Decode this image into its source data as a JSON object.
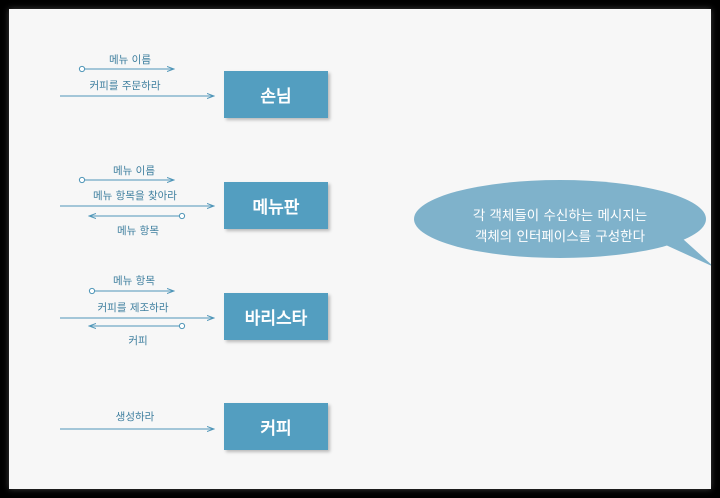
{
  "objects": [
    {
      "name": "손님",
      "messages": [
        {
          "label": "메뉴 이름",
          "kind": "param"
        },
        {
          "label": "커피를 주문하라",
          "kind": "call"
        }
      ]
    },
    {
      "name": "메뉴판",
      "messages": [
        {
          "label": "메뉴 이름",
          "kind": "param"
        },
        {
          "label": "메뉴 항목을 찾아라",
          "kind": "call"
        },
        {
          "label": "메뉴 항목",
          "kind": "return"
        }
      ]
    },
    {
      "name": "바리스타",
      "messages": [
        {
          "label": "메뉴 항목",
          "kind": "param"
        },
        {
          "label": "커피를 제조하라",
          "kind": "call"
        },
        {
          "label": "커피",
          "kind": "return"
        }
      ]
    },
    {
      "name": "커피",
      "messages": [
        {
          "label": "생성하라",
          "kind": "call"
        }
      ]
    }
  ],
  "callout": {
    "line1": "각 객체들이 수신하는 메시지는",
    "line2": "객체의 인터페이스를 구성한다"
  },
  "colors": {
    "box": "#539ec0",
    "arrow": "#4f96b8",
    "label": "#3f7f9f",
    "bubble": "#7fb2cb",
    "background": "#f7f7f7"
  }
}
